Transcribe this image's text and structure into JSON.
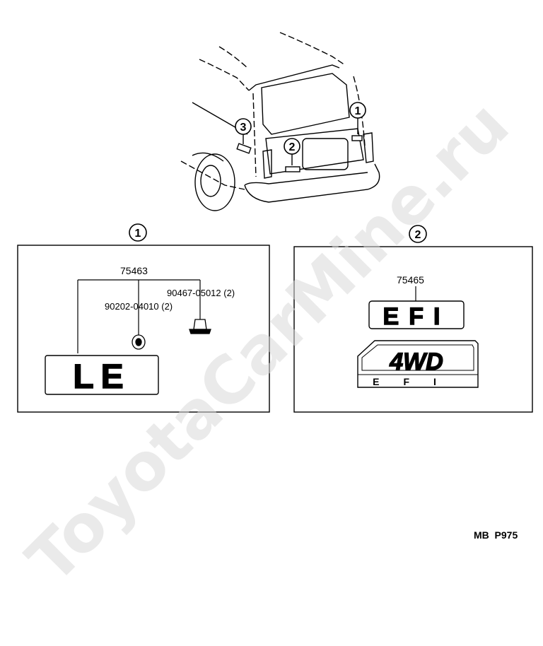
{
  "watermark": "ToyotaCarMine.ru",
  "callouts": [
    "1",
    "2",
    "3"
  ],
  "panel1": {
    "title": "1",
    "part_main": "75463",
    "part_screw": "90467-05012 (2)",
    "part_grommet": "90202-04010 (2)",
    "emblem_text": "LE"
  },
  "panel2": {
    "title": "2",
    "part_main": "75465",
    "emblem_efi": "EFI",
    "emblem_4wd": "4WD",
    "emblem_4wd_sub": "EFI"
  },
  "page_code": "MB  P975"
}
